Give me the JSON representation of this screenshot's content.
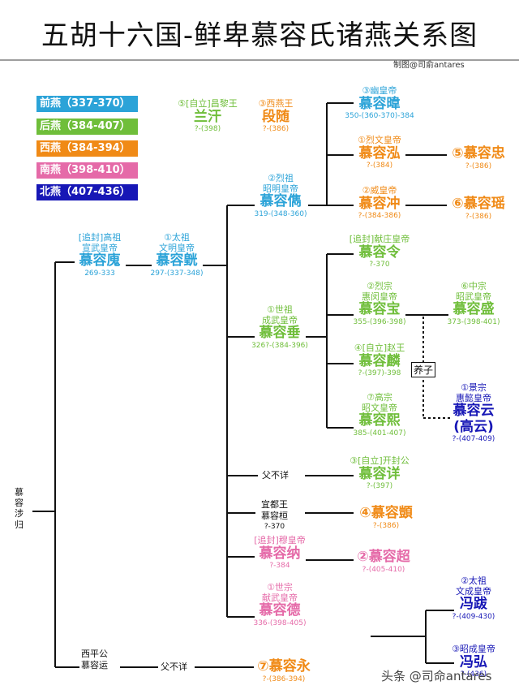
{
  "title": "五胡十六国-鲜卑慕容氏诸燕关系图",
  "credit": "制图@司俞antares",
  "watermark": "头条 @司命antares",
  "colors": {
    "qian": "#2ba3d8",
    "hou": "#6fbe3a",
    "xi": "#f08a16",
    "nan": "#e56aa8",
    "bei": "#1717b6"
  },
  "legend": [
    {
      "label": "前燕（337-370）",
      "color": "#2ba3d8"
    },
    {
      "label": "后燕（384-407）",
      "color": "#6fbe3a"
    },
    {
      "label": "西燕（384-394）",
      "color": "#f08a16"
    },
    {
      "label": "南燕（398-410）",
      "color": "#e56aa8"
    },
    {
      "label": "北燕（407-436）",
      "color": "#1717b6"
    }
  ],
  "root": {
    "l1": "慕",
    "l2": "容",
    "l3": "涉",
    "l4": "归"
  },
  "murong_hui": {
    "title": "[追封]高祖\n宣武皇帝",
    "name": "慕容廆",
    "dates": "269-333"
  },
  "murong_huang": {
    "title": "①太祖\n文明皇帝",
    "name": "慕容皝",
    "dates": "297-(337-348)"
  },
  "murong_jun": {
    "title": "②烈祖\n昭明皇帝",
    "name": "慕容儁",
    "dates": "319-(348-360)"
  },
  "murong_wei": {
    "title": "③幽皇帝",
    "name": "慕容暐",
    "dates": "350-(360-370)-384"
  },
  "murong_hong": {
    "title": "①烈文皇帝",
    "name": "慕容泓",
    "dates": "?-(384)"
  },
  "murong_zhong": {
    "title": "",
    "name": "⑤慕容忠",
    "dates": "?-(386)"
  },
  "murong_chong": {
    "title": "②威皇帝",
    "name": "慕容冲",
    "dates": "?-(384-386)"
  },
  "murong_yao": {
    "title": "",
    "name": "⑥慕容瑶",
    "dates": "?-(386)"
  },
  "lan_han": {
    "title": "⑤[自立]昌黎王",
    "name": "兰汗",
    "dates": "?-(398)"
  },
  "duan_sui": {
    "title": "③西燕王",
    "name": "段随",
    "dates": "?-(386)"
  },
  "murong_ling": {
    "title": "[追封]献庄皇帝",
    "name": "慕容令",
    "dates": "?-370"
  },
  "murong_bao": {
    "title": "②烈宗\n惠闵皇帝",
    "name": "慕容宝",
    "dates": "355-(396-398)"
  },
  "murong_sheng": {
    "title": "⑥中宗\n昭武皇帝",
    "name": "慕容盛",
    "dates": "373-(398-401)"
  },
  "murong_chui": {
    "title": "①世祖\n成武皇帝",
    "name": "慕容垂",
    "dates": "326?-(384-396)"
  },
  "murong_lin": {
    "title": "④[自立]赵王",
    "name": "慕容麟",
    "dates": "?-(397)-398"
  },
  "adopt_label": "养子",
  "murong_yun": {
    "title": "①景宗\n惠懿皇帝",
    "name": "慕容云\n(高云)",
    "dates": "?-(407-409)"
  },
  "murong_xi": {
    "title": "⑦高宗\n昭文皇帝",
    "name": "慕容熙",
    "dates": "385-(401-407)"
  },
  "father_unknown": "父不详",
  "murong_xiang": {
    "title": "③[自立]开封公",
    "name": "慕容详",
    "dates": "?-(397)"
  },
  "murong_huan": {
    "title": "宜都王\n慕容桓",
    "dates": "?-370"
  },
  "murong_ji": {
    "title": "",
    "name": "④慕容顗",
    "dates": "?-(386)"
  },
  "murong_na": {
    "title": "[追封]穆皇帝",
    "name": "慕容纳",
    "dates": "?-384"
  },
  "murong_chao": {
    "title": "",
    "name": "②慕容超",
    "dates": "?-(405-410)"
  },
  "murong_de": {
    "title": "①世宗\n献武皇帝",
    "name": "慕容德",
    "dates": "336-(398-405)"
  },
  "feng_ba": {
    "title": "②太祖\n文成皇帝",
    "name": "冯跋",
    "dates": "?-(409-430)"
  },
  "feng_hong": {
    "title": "③昭成皇帝",
    "name": "冯弘",
    "dates": "?-(436)"
  },
  "murong_yun2": {
    "title": "西平公\n慕容运"
  },
  "father_unknown2": "父不详",
  "murong_yong": {
    "title": "",
    "name": "⑦慕容永",
    "dates": "?-(386-394)"
  }
}
